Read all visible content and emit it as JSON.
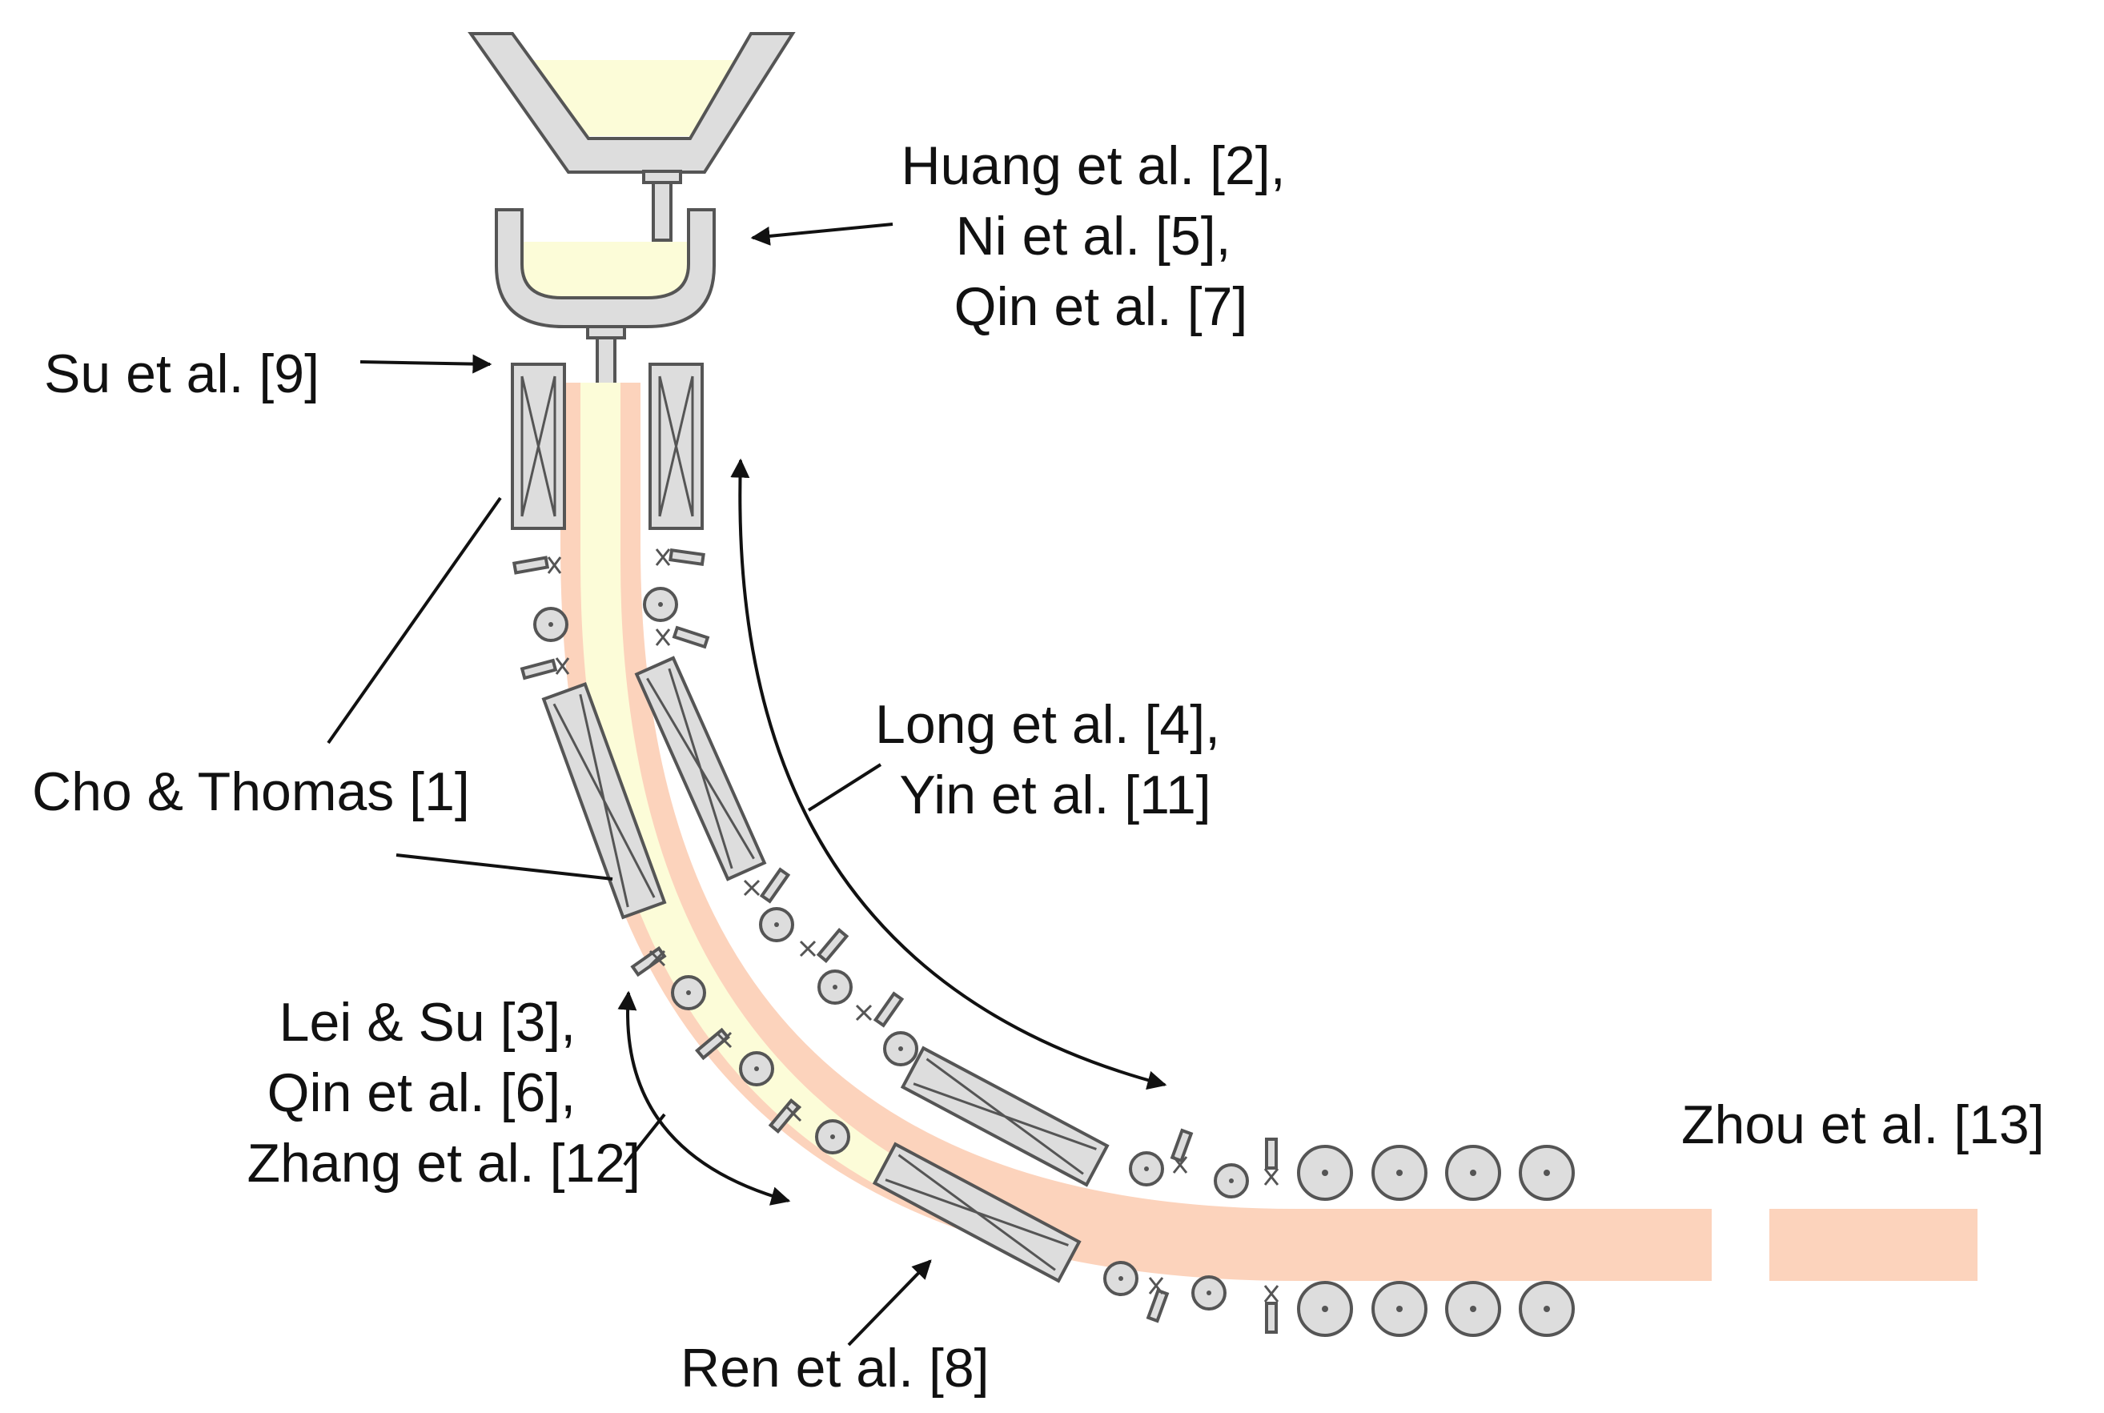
{
  "colors": {
    "molten_steel": "#fcfcd8",
    "solid_shell": "#fcd3bc",
    "equipment_fill": "#dddddd",
    "equipment_stroke": "#555555",
    "annotation": "#111111"
  },
  "labels": {
    "huang": [
      "Huang et al. [2],",
      "Ni et al. [5],",
      "Qin et al. [7]"
    ],
    "su": "Su et al. [9]",
    "long": [
      "Long et al. [4],",
      "Yin et al. [11]"
    ],
    "cho": "Cho & Thomas [1]",
    "lei": [
      "Lei & Su [3],",
      "Qin et al. [6],",
      "Zhang et al. [12]"
    ],
    "zhou": "Zhou et al. [13]",
    "ren": "Ren et al. [8]"
  }
}
